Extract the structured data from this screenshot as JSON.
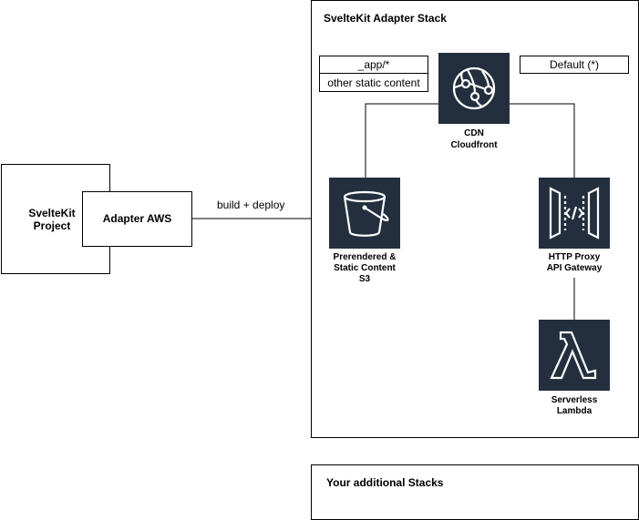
{
  "project": {
    "label": "SvelteKit Project"
  },
  "adapter": {
    "label": "Adapter AWS"
  },
  "edge_label": "build + deploy",
  "stack": {
    "title": "SvelteKit Adapter Stack",
    "behaviors": {
      "app": "_app/*",
      "static": "other static content",
      "default": "Default (*)"
    },
    "cdn": {
      "line1": "CDN",
      "line2": "Cloudfront",
      "icon": "cloudfront-icon"
    },
    "s3": {
      "line1": "Prerendered &",
      "line2": "Static Content",
      "line3": "S3",
      "icon": "s3-bucket-icon"
    },
    "apigw": {
      "line1": "HTTP Proxy",
      "line2": "API Gateway",
      "icon": "api-gateway-icon"
    },
    "lambda": {
      "line1": "Serverless",
      "line2": "Lambda",
      "icon": "lambda-icon"
    }
  },
  "additional": {
    "title": "Your additional Stacks"
  },
  "colors": {
    "icon_bg": "#232f3e",
    "icon_fg": "#ffffff",
    "stroke": "#000000"
  }
}
